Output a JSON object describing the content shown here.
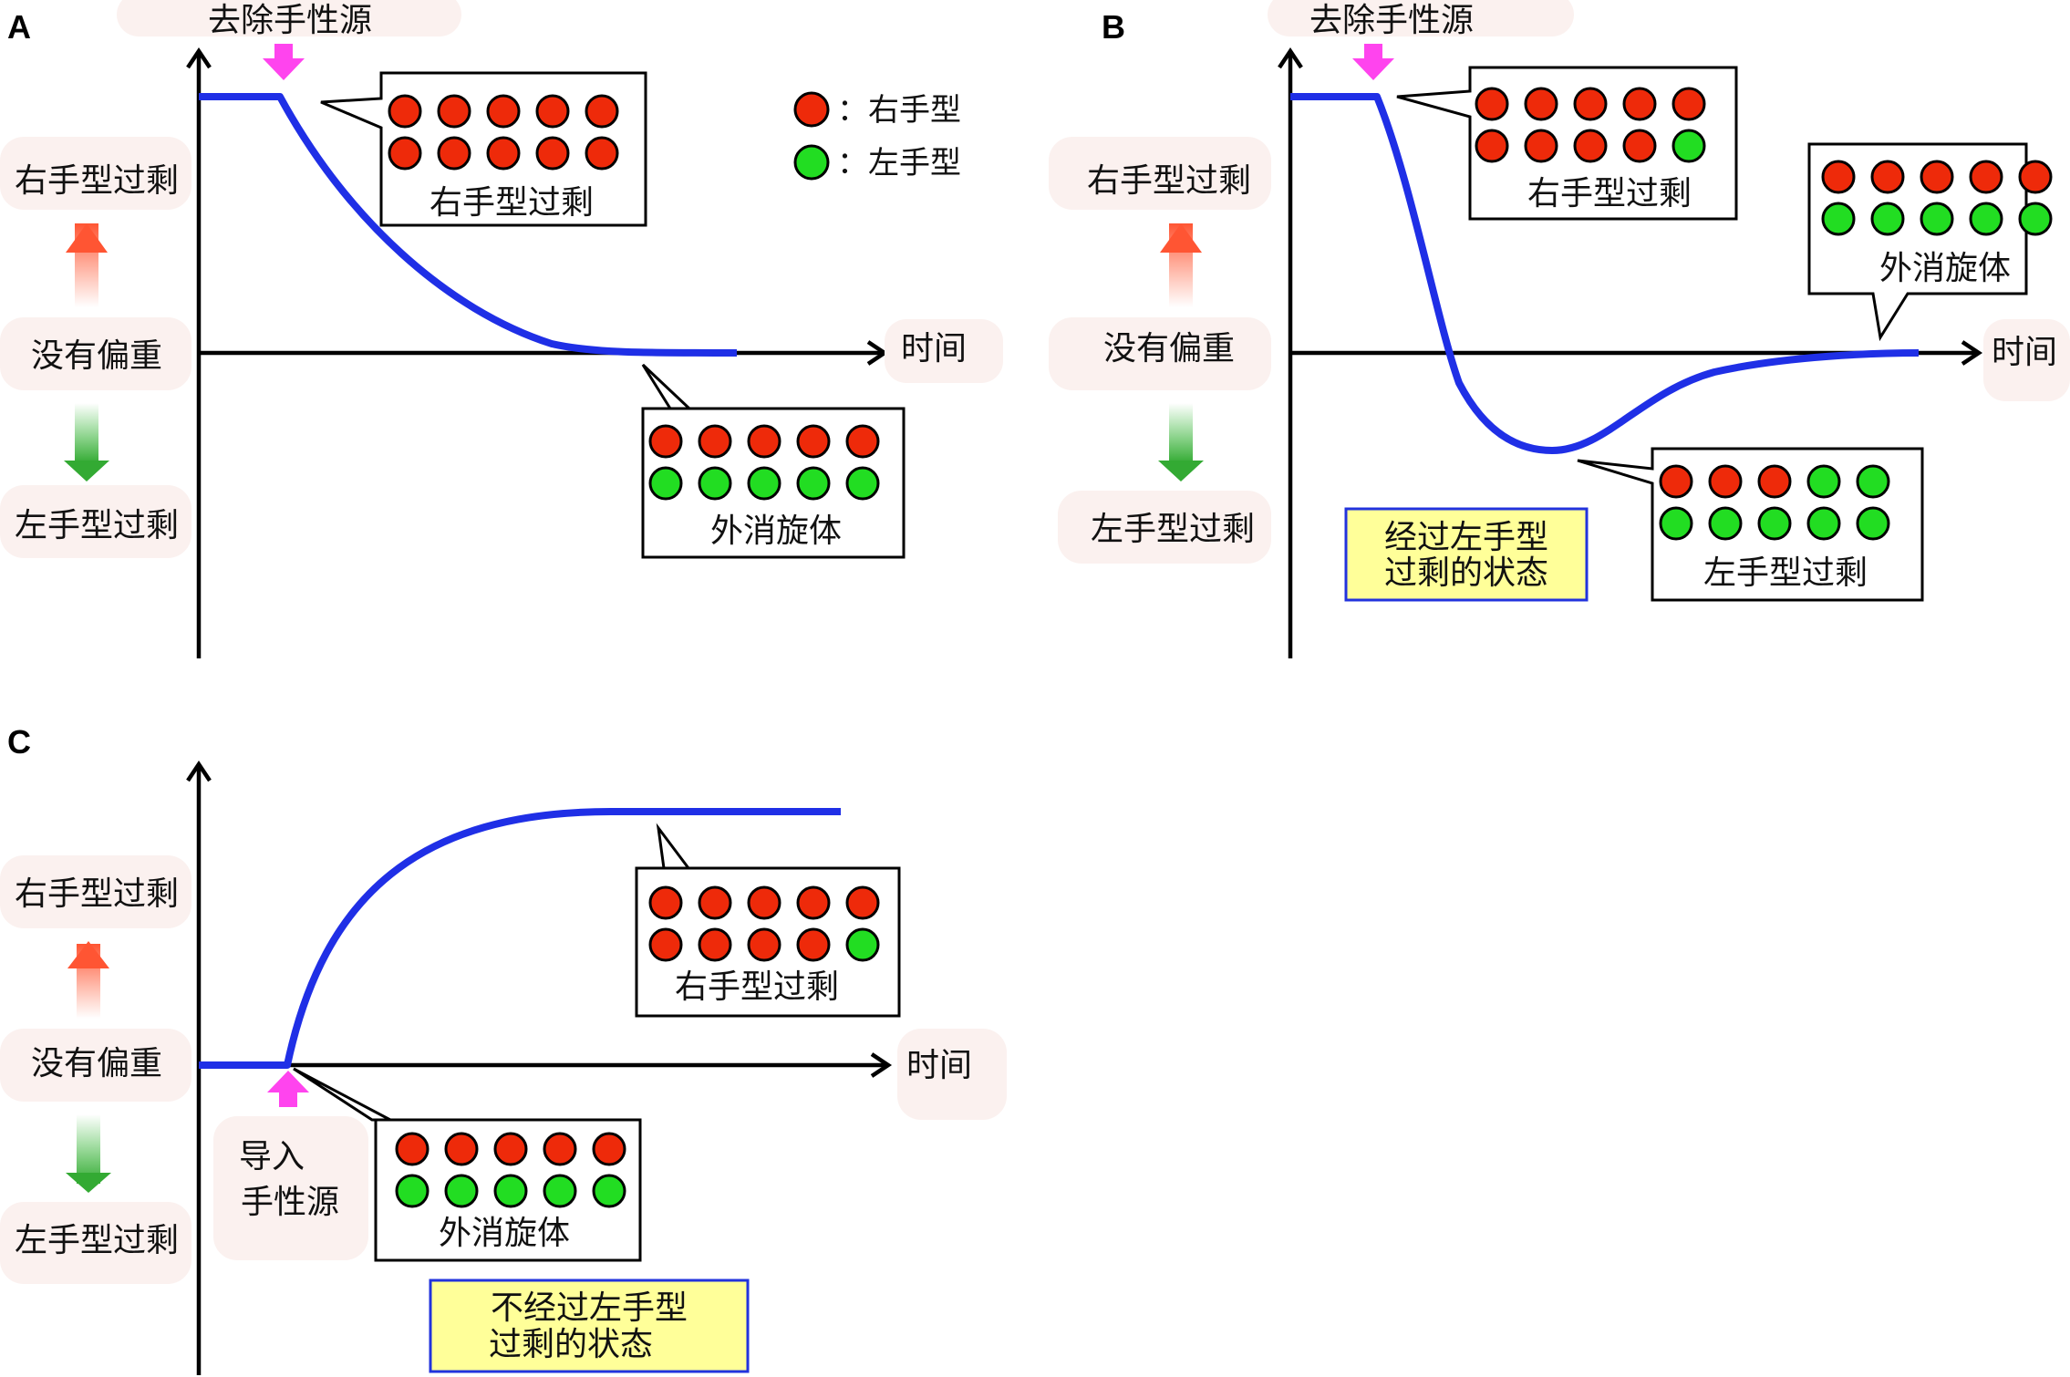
{
  "legend": {
    "right_label": "：右手型",
    "left_label": "：左手型"
  },
  "colors": {
    "right": "#ee2a0a",
    "left": "#22dd22",
    "curve": "#1f2fe6",
    "marker": "#ff44ee"
  },
  "panels": [
    {
      "id": "A",
      "letter": "A",
      "marker_label": [
        "去除手性源"
      ],
      "axis_labels": {
        "up": "右手型过剩",
        "mid": "没有偏重",
        "down": "左手型过剩",
        "time": "时间"
      },
      "bubbles": [
        {
          "label": "右手型过剩",
          "rows": [
            [
              "R",
              "R",
              "R",
              "R",
              "R"
            ],
            [
              "R",
              "R",
              "R",
              "R",
              "R"
            ]
          ]
        },
        {
          "label": "外消旋体",
          "rows": [
            [
              "R",
              "R",
              "R",
              "R",
              "R"
            ],
            [
              "L",
              "L",
              "L",
              "L",
              "L"
            ]
          ]
        }
      ],
      "note": []
    },
    {
      "id": "B",
      "letter": "B",
      "marker_label": [
        "去除手性源"
      ],
      "axis_labels": {
        "up": "右手型过剩",
        "mid": "没有偏重",
        "down": "左手型过剩",
        "time": "时间"
      },
      "bubbles": [
        {
          "label": "右手型过剩",
          "rows": [
            [
              "R",
              "R",
              "R",
              "R",
              "R"
            ],
            [
              "R",
              "R",
              "R",
              "R",
              "L"
            ]
          ]
        },
        {
          "label": "外消旋体",
          "rows": [
            [
              "R",
              "R",
              "R",
              "R",
              "R"
            ],
            [
              "L",
              "L",
              "L",
              "L",
              "L"
            ]
          ]
        },
        {
          "label": "左手型过剩",
          "rows": [
            [
              "R",
              "R",
              "R",
              "L",
              "L"
            ],
            [
              "L",
              "L",
              "L",
              "L",
              "L"
            ]
          ]
        }
      ],
      "note": [
        "经过左手型",
        "过剩的状态"
      ]
    },
    {
      "id": "C",
      "letter": "C",
      "marker_label": [
        "导入",
        "手性源"
      ],
      "axis_labels": {
        "up": "右手型过剩",
        "mid": "没有偏重",
        "down": "左手型过剩",
        "time": "时间"
      },
      "bubbles": [
        {
          "label": "右手型过剩",
          "rows": [
            [
              "R",
              "R",
              "R",
              "R",
              "R"
            ],
            [
              "R",
              "R",
              "R",
              "R",
              "L"
            ]
          ]
        },
        {
          "label": "外消旋体",
          "rows": [
            [
              "R",
              "R",
              "R",
              "R",
              "R"
            ],
            [
              "L",
              "L",
              "L",
              "L",
              "L"
            ]
          ]
        }
      ],
      "note": [
        "不经过左手型",
        "过剩的状态"
      ]
    }
  ]
}
